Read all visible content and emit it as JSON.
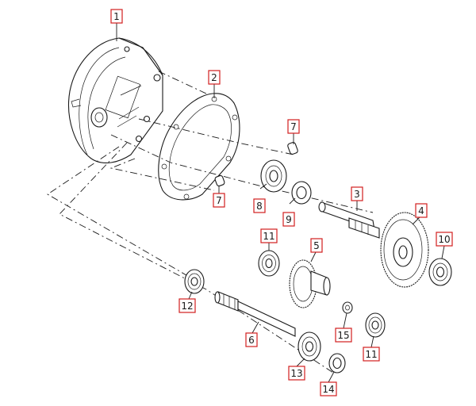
{
  "colors": {
    "line": "#1a1a1a",
    "callout_border": "#d21f1f",
    "background": "#ffffff"
  },
  "callouts": [
    {
      "id": "c1",
      "label": "1",
      "part": "gear-housing"
    },
    {
      "id": "c2",
      "label": "2",
      "part": "housing-gasket"
    },
    {
      "id": "c7a",
      "label": "7",
      "part": "dowel-pin-upper"
    },
    {
      "id": "c7b",
      "label": "7",
      "part": "dowel-pin-lower"
    },
    {
      "id": "c8",
      "label": "8",
      "part": "ball-bearing"
    },
    {
      "id": "c9",
      "label": "9",
      "part": "seal-ring"
    },
    {
      "id": "c3",
      "label": "3",
      "part": "countershaft"
    },
    {
      "id": "c4",
      "label": "4",
      "part": "large-gear"
    },
    {
      "id": "c10",
      "label": "10",
      "part": "end-bearing"
    },
    {
      "id": "c11a",
      "label": "11",
      "part": "bearing-upper"
    },
    {
      "id": "c5",
      "label": "5",
      "part": "drive-gear"
    },
    {
      "id": "c12",
      "label": "12",
      "part": "input-bearing"
    },
    {
      "id": "c6",
      "label": "6",
      "part": "input-shaft"
    },
    {
      "id": "c15",
      "label": "15",
      "part": "washer-small"
    },
    {
      "id": "c11b",
      "label": "11",
      "part": "bearing-lower"
    },
    {
      "id": "c13",
      "label": "13",
      "part": "output-bearing"
    },
    {
      "id": "c14",
      "label": "14",
      "part": "oil-seal"
    }
  ]
}
